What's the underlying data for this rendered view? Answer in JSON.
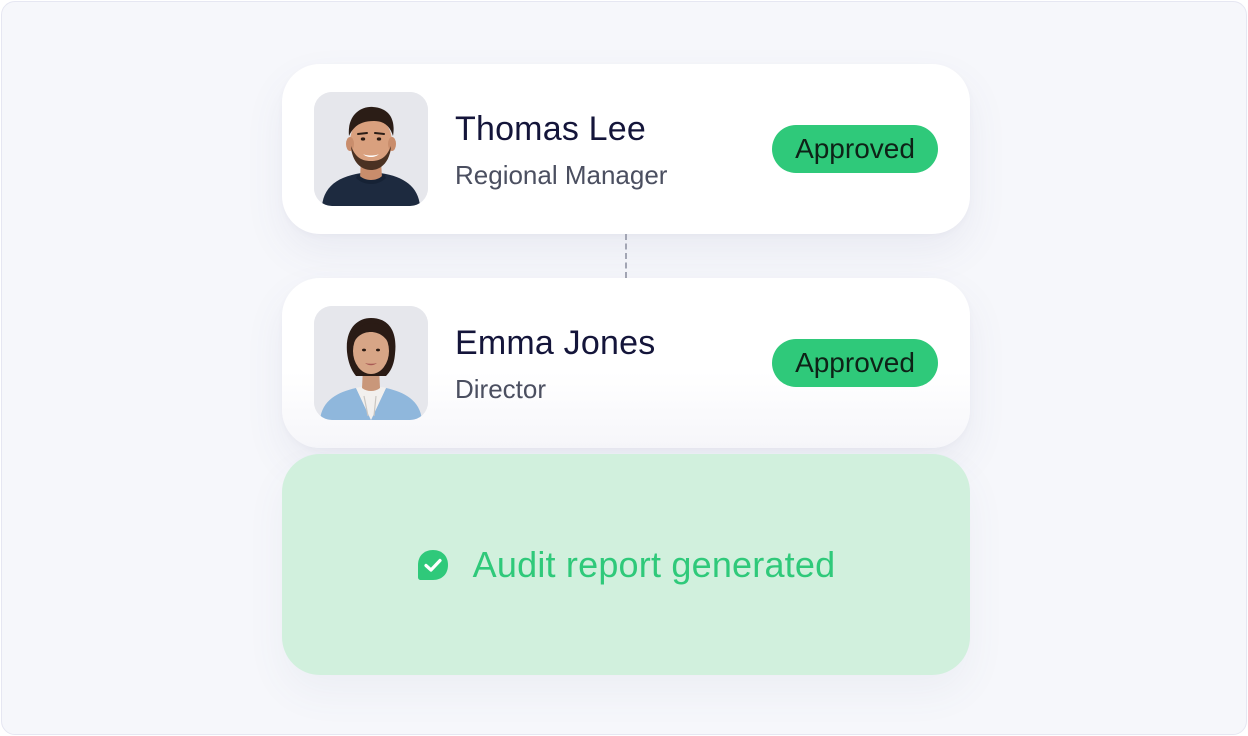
{
  "approvals": [
    {
      "name": "Thomas Lee",
      "role": "Regional Manager",
      "status": "Approved",
      "avatar_icon": "male-person-avatar"
    },
    {
      "name": "Emma Jones",
      "role": "Director",
      "status": "Approved",
      "avatar_icon": "female-person-avatar"
    }
  ],
  "result": {
    "text": "Audit report generated",
    "icon": "check-circle-icon"
  },
  "colors": {
    "approved_badge": "#2fc97a",
    "result_background": "#d1f0dd",
    "result_text": "#2fc97a",
    "name_text": "#14153a",
    "role_text": "#4b4f60"
  }
}
